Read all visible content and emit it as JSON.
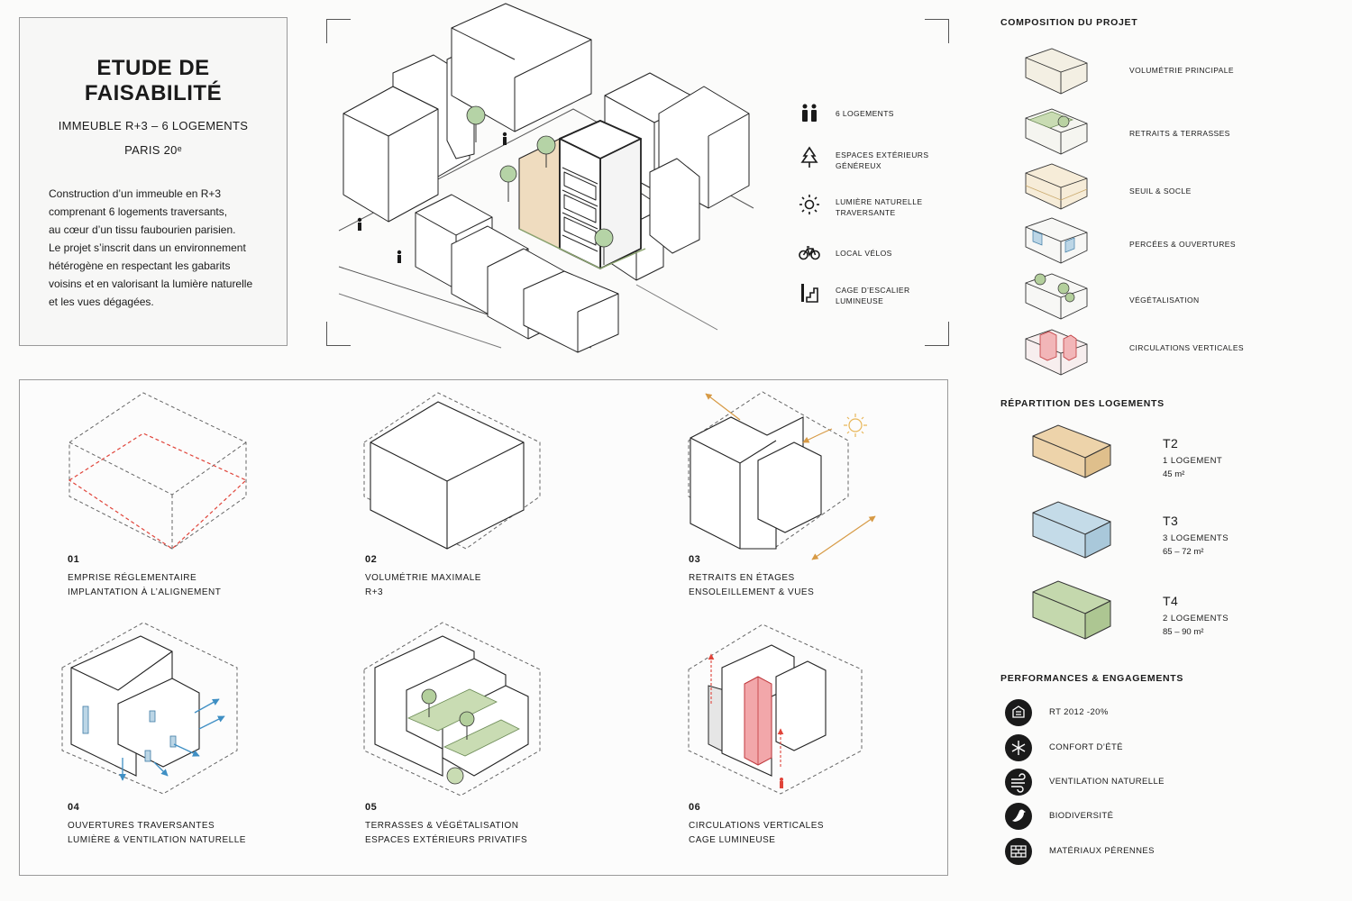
{
  "header": {
    "title_line1": "ETUDE DE",
    "title_line2": "FAISABILITÉ",
    "subtitle": "IMMEUBLE R+3 – 6 LOGEMENTS",
    "location": "PARIS 20ᵉ",
    "description_lines": [
      "Construction d’un immeuble en R+3",
      "comprenant 6 logements traversants,",
      "au cœur d’un tissu faubourien parisien.",
      "Le projet s’inscrit dans un environnement",
      "hétérogène en respectant les gabarits",
      "voisins et en valorisant la lumière naturelle",
      "et les vues dégagées."
    ]
  },
  "features": [
    {
      "icon": "people-icon",
      "lines": [
        "6 LOGEMENTS"
      ]
    },
    {
      "icon": "tree-icon",
      "lines": [
        "ESPACES EXTÉRIEURS",
        "GÉNÉREUX"
      ]
    },
    {
      "icon": "sun-icon",
      "lines": [
        "LUMIÈRE NATURELLE",
        "TRAVERSANTE"
      ]
    },
    {
      "icon": "bike-icon",
      "lines": [
        "LOCAL VÉLOS"
      ]
    },
    {
      "icon": "stairs-icon",
      "lines": [
        "CAGE D’ESCALIER",
        "LUMINEUSE"
      ]
    }
  ],
  "composition": {
    "heading": "COMPOSITION DU PROJET",
    "items": [
      {
        "label": "VOLUMÉTRIE PRINCIPALE",
        "color": "#f3efe3"
      },
      {
        "label": "RETRAITS & TERRASSES",
        "color": "#c9dcb3"
      },
      {
        "label": "SEUIL & SOCLE",
        "color": "#efe2c6"
      },
      {
        "label": "PERCÉES & OUVERTURES",
        "color": "#bcd6e6"
      },
      {
        "label": "VÉGÉTALISATION",
        "color": "#b3cf9c"
      },
      {
        "label": "CIRCULATIONS VERTICALES",
        "color": "#f2b6b8"
      }
    ]
  },
  "units": {
    "heading": "RÉPARTITION DES LOGEMENTS",
    "items": [
      {
        "name": "T2",
        "count": "1 LOGEMENT",
        "surface": "45 m²",
        "color": "#edd3aa"
      },
      {
        "name": "T3",
        "count": "3 LOGEMENTS",
        "surface": "65 – 72 m²",
        "color": "#c4dbe8"
      },
      {
        "name": "T4",
        "count": "2 LOGEMENTS",
        "surface": "85 – 90 m²",
        "color": "#c4d8ad"
      }
    ]
  },
  "performances": {
    "heading": "PERFORMANCES & ENGAGEMENTS",
    "items": [
      {
        "label": "RT 2012 -20%",
        "icon": "building-icon"
      },
      {
        "label": "CONFORT D’ÉTÉ",
        "icon": "snowflake-icon"
      },
      {
        "label": "VENTILATION NATURELLE",
        "icon": "wind-icon"
      },
      {
        "label": "BIODIVERSITÉ",
        "icon": "bird-icon"
      },
      {
        "label": "MATÉRIAUX PÉRENNES",
        "icon": "bricks-icon"
      }
    ]
  },
  "steps": [
    {
      "num": "01",
      "line1": "EMPRISE RÉGLEMENTAIRE",
      "line2": "IMPLANTATION À L’ALIGNEMENT"
    },
    {
      "num": "02",
      "line1": "VOLUMÉTRIE MAXIMALE",
      "line2": "R+3"
    },
    {
      "num": "03",
      "line1": "RETRAITS EN ÉTAGES",
      "line2": "ENSOLEILLEMENT & VUES"
    },
    {
      "num": "04",
      "line1": "OUVERTURES TRAVERSANTES",
      "line2": "LUMIÈRE & VENTILATION NATURELLE"
    },
    {
      "num": "05",
      "line1": "TERRASSES & VÉGÉTALISATION",
      "line2": "ESPACES EXTÉRIEURS PRIVATIFS"
    },
    {
      "num": "06",
      "line1": "CIRCULATIONS VERTICALES",
      "line2": "CAGE LUMINEUSE"
    }
  ],
  "colors": {
    "ink": "#1a1a1a",
    "regulation_red": "#e0443a",
    "arrow_orange": "#d79a45",
    "arrow_blue": "#3f8fc4",
    "tree_green": "#a9c99a",
    "stair_pink": "#f2a7aa"
  }
}
